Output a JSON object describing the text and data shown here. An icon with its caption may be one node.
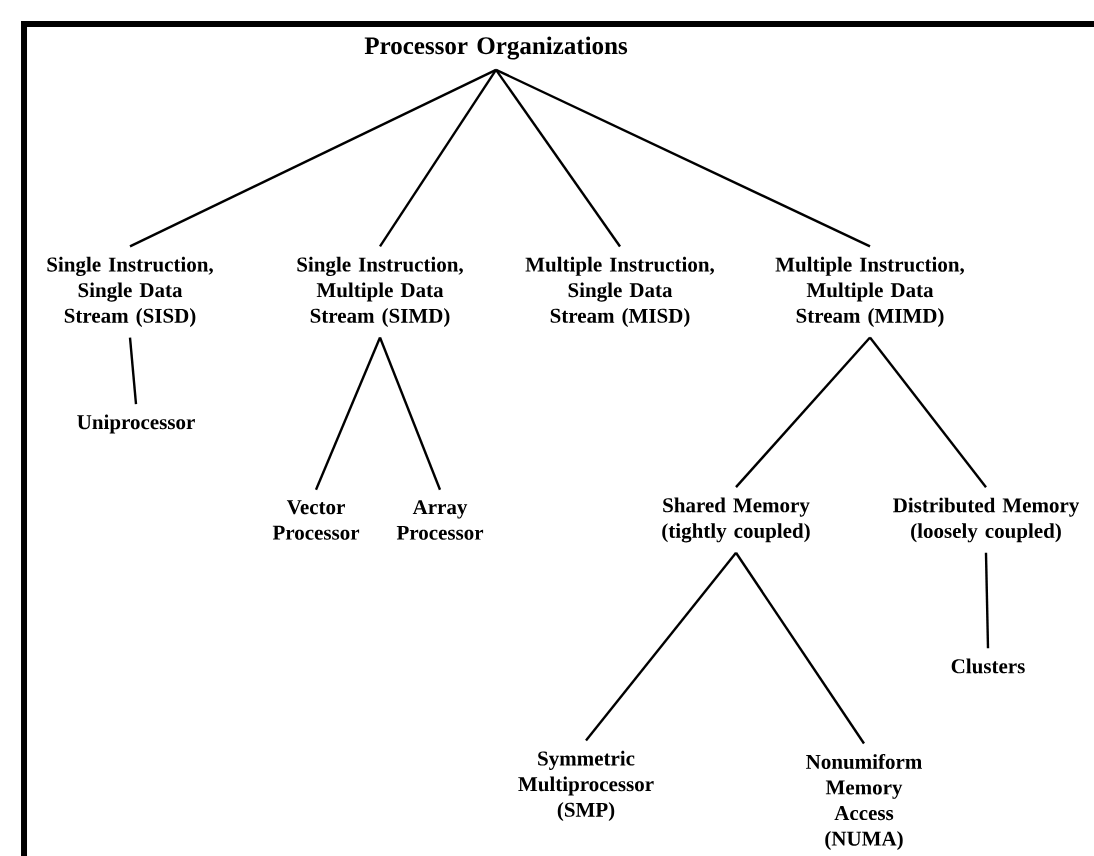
{
  "diagram": {
    "nodes": [
      {
        "text": [
          "Processor Organizations"
        ]
      },
      {
        "text": [
          "Single Instruction, Single Data Stream (SISD)"
        ]
      },
      {
        "text": [
          "Single Instruction, Multiple Data Stream (SIMD)"
        ]
      },
      {
        "text": [
          "Multiple Instruction, Single Data Stream (MISD)"
        ]
      },
      {
        "text": [
          "Multiple Instruction, Multiple Data Stream (MIMD)"
        ]
      },
      {
        "text": [
          "Uniprocessor"
        ]
      },
      {
        "text": [
          "Vector Processor"
        ]
      },
      {
        "text": [
          "Array Processor"
        ]
      },
      {
        "text": [
          "Shared Memory (tightly coupled)"
        ]
      },
      {
        "text": [
          "Distributed Memory (loosely coupled)"
        ]
      },
      {
        "text": [
          "Clusters"
        ]
      },
      {
        "text": [
          "Symmetric Multiprocessor (SMP)"
        ]
      },
      {
        "text": [
          "Nonumiform Memory Access (NUMA)"
        ]
      }
    ],
    "edges": [
      {
        "from": 0,
        "to": 1,
        "arrow": "none"
      },
      {
        "from": 0,
        "to": 2,
        "arrow": "none"
      },
      {
        "from": 0,
        "to": 3,
        "arrow": "none"
      },
      {
        "from": 0,
        "to": 4,
        "arrow": "none"
      },
      {
        "from": 1,
        "to": 5,
        "arrow": "none"
      },
      {
        "from": 2,
        "to": 6,
        "arrow": "none"
      },
      {
        "from": 2,
        "to": 7,
        "arrow": "none"
      },
      {
        "from": 4,
        "to": 8,
        "arrow": "none"
      },
      {
        "from": 4,
        "to": 9,
        "arrow": "none"
      },
      {
        "from": 8,
        "to": 11,
        "arrow": "none"
      },
      {
        "from": 8,
        "to": 12,
        "arrow": "none"
      },
      {
        "from": 9,
        "to": 10,
        "arrow": "none"
      }
    ]
  }
}
